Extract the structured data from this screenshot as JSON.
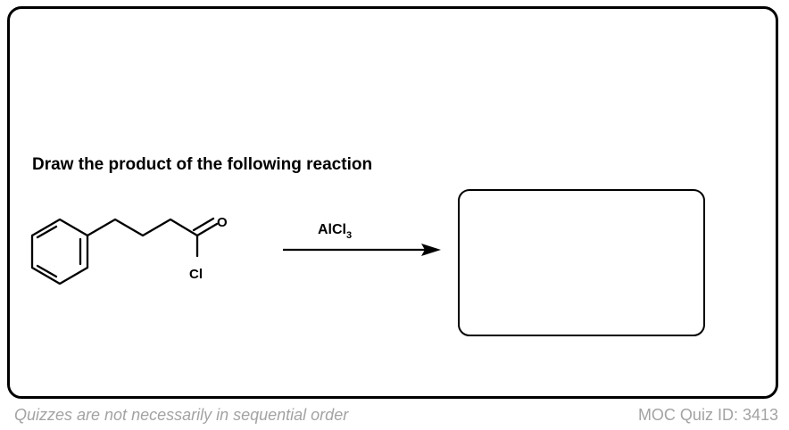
{
  "question": "Draw the product of the following reaction",
  "reactant": {
    "atom_oxygen": "O",
    "atom_chlorine": "Cl"
  },
  "reagent": {
    "main": "AlCl",
    "subscript": "3"
  },
  "footer": {
    "note": "Quizzes are not necessarily in sequential order",
    "quiz_id": "MOC Quiz ID: 3413"
  },
  "colors": {
    "border": "#000000",
    "footer_text": "#a3a3a3"
  }
}
